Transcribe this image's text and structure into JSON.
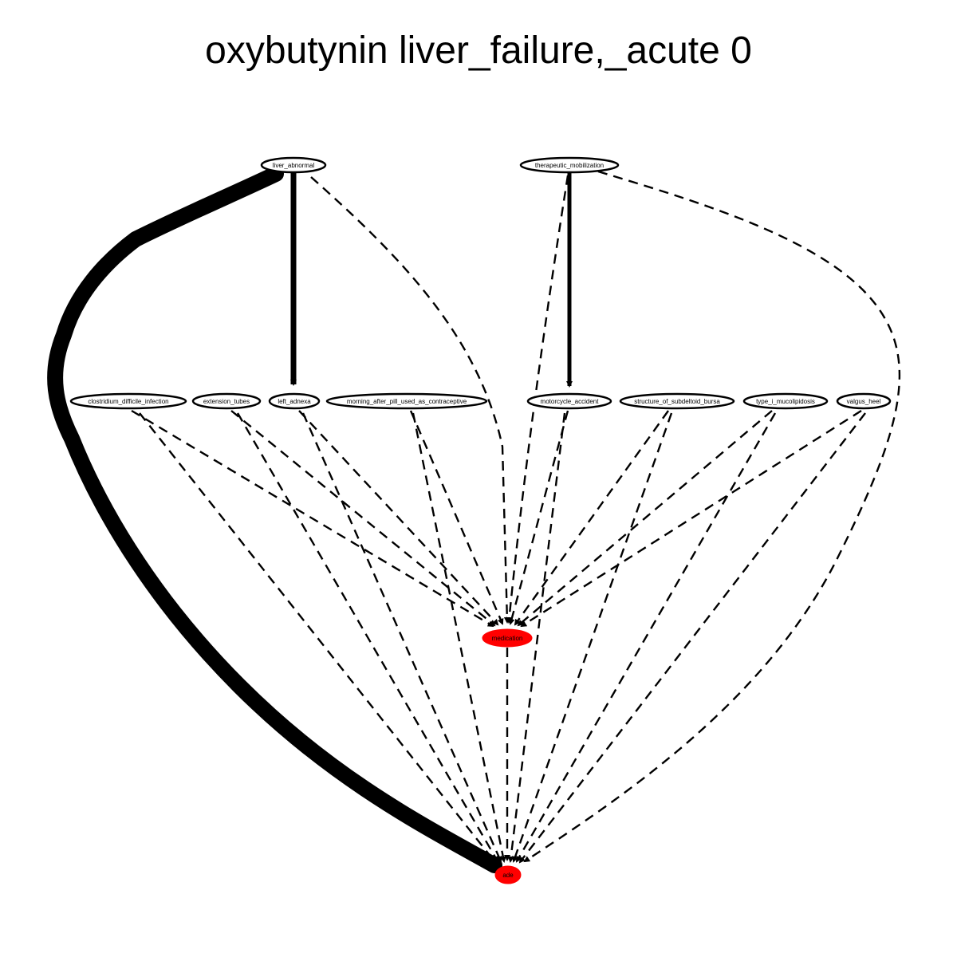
{
  "title": "oxybutynin liver_failure,_acute 0",
  "colors": {
    "edge": "#000000",
    "node_fill": "#ffffff",
    "target_fill": "#ff0000"
  },
  "nodes": {
    "liver_abnormal": "liver_abnormal",
    "therapeutic_mobilization": "therapeutic_mobilization",
    "clostridium_difficile_infection": "clostridium_difficile_infection",
    "extension_tubes": "extension_tubes",
    "left_adnexa": "left_adnexa",
    "morning_after_pill": "morning_after_pill_used_as_contraceptive",
    "motorcycle_accident": "motorcycle_accident",
    "structure_of_subdeltoid_bursa": "structure_of_subdeltoid_bursa",
    "type_i_mucolipidosis": "type_i_mucolipidosis",
    "valgus_heel": "valgus_heel",
    "medication": "medication",
    "ade": "ade"
  }
}
